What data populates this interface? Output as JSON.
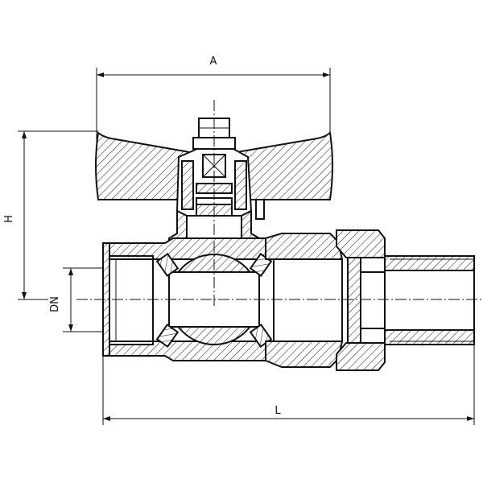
{
  "dimensions": {
    "width_label": "A",
    "height_label": "H",
    "diameter_label": "DN",
    "length_label": "L"
  }
}
